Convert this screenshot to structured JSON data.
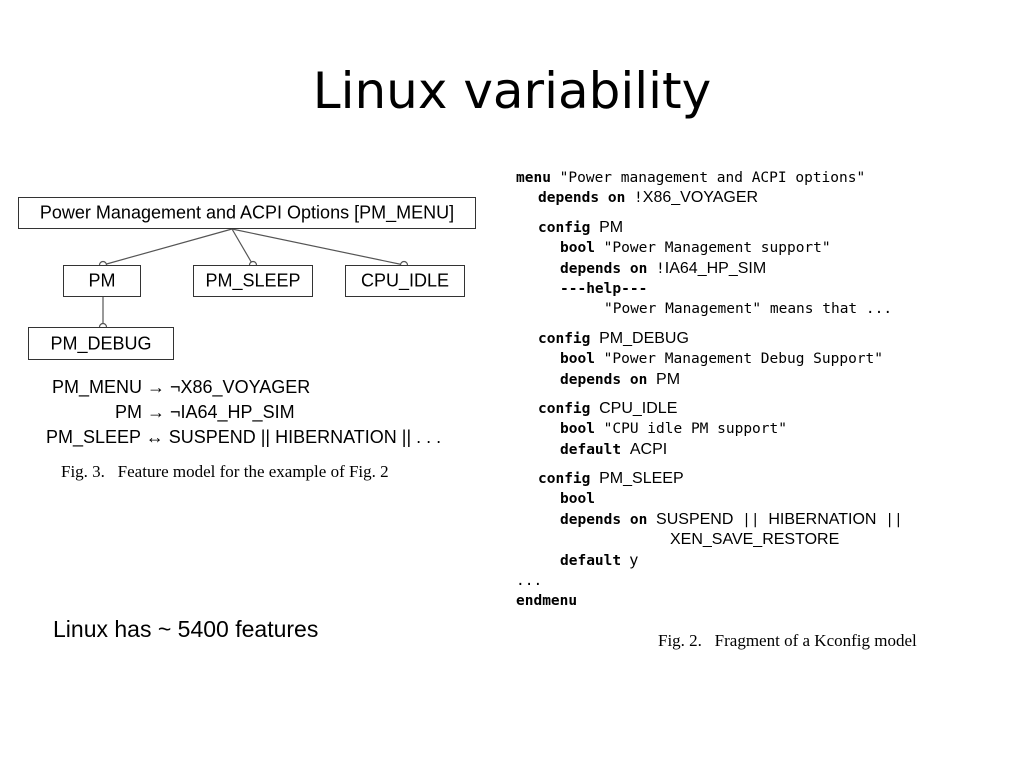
{
  "title": "Linux variability",
  "feature_model": {
    "root": "Power Management and ACPI Options [PM_MENU]",
    "children": [
      "PM",
      "PM_SLEEP",
      "CPU_IDLE"
    ],
    "grandchild": "PM_DEBUG",
    "constraints": [
      "PM_MENU → ¬X86_VOYAGER",
      "PM → ¬IA64_HP_SIM",
      "PM_SLEEP ↔ SUSPEND || HIBERNATION || . . ."
    ],
    "caption": "Fig. 3.   Feature model for the example of Fig. 2"
  },
  "note": "Linux has ~ 5400 features",
  "kconfig": {
    "lines": [
      {
        "indent": 0,
        "parts": [
          [
            "kw",
            "menu"
          ],
          [
            "str",
            " \"Power management and ACPI options\""
          ]
        ]
      },
      {
        "indent": 1,
        "parts": [
          [
            "kw",
            "depends on"
          ],
          [
            "str",
            " !"
          ],
          [
            "id",
            "X86_VOYAGER"
          ]
        ]
      },
      {
        "gap": true
      },
      {
        "indent": 1,
        "parts": [
          [
            "kw",
            "config"
          ],
          [
            "str",
            " "
          ],
          [
            "id",
            "PM"
          ]
        ]
      },
      {
        "indent": 2,
        "parts": [
          [
            "kw",
            "bool"
          ],
          [
            "str",
            " \"Power Management support\""
          ]
        ]
      },
      {
        "indent": 2,
        "parts": [
          [
            "kw",
            "depends on"
          ],
          [
            "str",
            " !"
          ],
          [
            "id",
            "IA64_HP_SIM"
          ]
        ]
      },
      {
        "indent": 2,
        "parts": [
          [
            "kw",
            "---help---"
          ]
        ]
      },
      {
        "indent": 4,
        "parts": [
          [
            "str",
            "\"Power Management\" means that ..."
          ]
        ]
      },
      {
        "gap": true
      },
      {
        "indent": 1,
        "parts": [
          [
            "kw",
            "config"
          ],
          [
            "str",
            " "
          ],
          [
            "id",
            "PM_DEBUG"
          ]
        ]
      },
      {
        "indent": 2,
        "parts": [
          [
            "kw",
            "bool"
          ],
          [
            "str",
            " \"Power Management Debug Support\""
          ]
        ]
      },
      {
        "indent": 2,
        "parts": [
          [
            "kw",
            "depends on"
          ],
          [
            "str",
            " "
          ],
          [
            "id",
            "PM"
          ]
        ]
      },
      {
        "gap": true
      },
      {
        "indent": 1,
        "parts": [
          [
            "kw",
            "config"
          ],
          [
            "str",
            " "
          ],
          [
            "id",
            "CPU_IDLE"
          ]
        ]
      },
      {
        "indent": 2,
        "parts": [
          [
            "kw",
            "bool"
          ],
          [
            "str",
            " \"CPU idle PM support\""
          ]
        ]
      },
      {
        "indent": 2,
        "parts": [
          [
            "kw",
            "default"
          ],
          [
            "str",
            " "
          ],
          [
            "id",
            "ACPI"
          ]
        ]
      },
      {
        "gap": true
      },
      {
        "indent": 1,
        "parts": [
          [
            "kw",
            "config"
          ],
          [
            "str",
            " "
          ],
          [
            "id",
            "PM_SLEEP"
          ]
        ]
      },
      {
        "indent": 2,
        "parts": [
          [
            "kw",
            "bool"
          ]
        ]
      },
      {
        "indent": 2,
        "parts": [
          [
            "kw",
            "depends on"
          ],
          [
            "str",
            " "
          ],
          [
            "id",
            "SUSPEND"
          ],
          [
            "str",
            " || "
          ],
          [
            "id",
            "HIBERNATION"
          ],
          [
            "str",
            " ||"
          ]
        ]
      },
      {
        "indent": 7,
        "parts": [
          [
            "id",
            "XEN_SAVE_RESTORE"
          ]
        ]
      },
      {
        "indent": 2,
        "parts": [
          [
            "kw",
            "default"
          ],
          [
            "str",
            " "
          ],
          [
            "id",
            "y"
          ]
        ]
      },
      {
        "indent": 0,
        "parts": [
          [
            "str",
            "..."
          ]
        ]
      },
      {
        "indent": 0,
        "parts": [
          [
            "kw",
            "endmenu"
          ]
        ]
      }
    ],
    "caption": "Fig. 2.   Fragment of a Kconfig model"
  }
}
